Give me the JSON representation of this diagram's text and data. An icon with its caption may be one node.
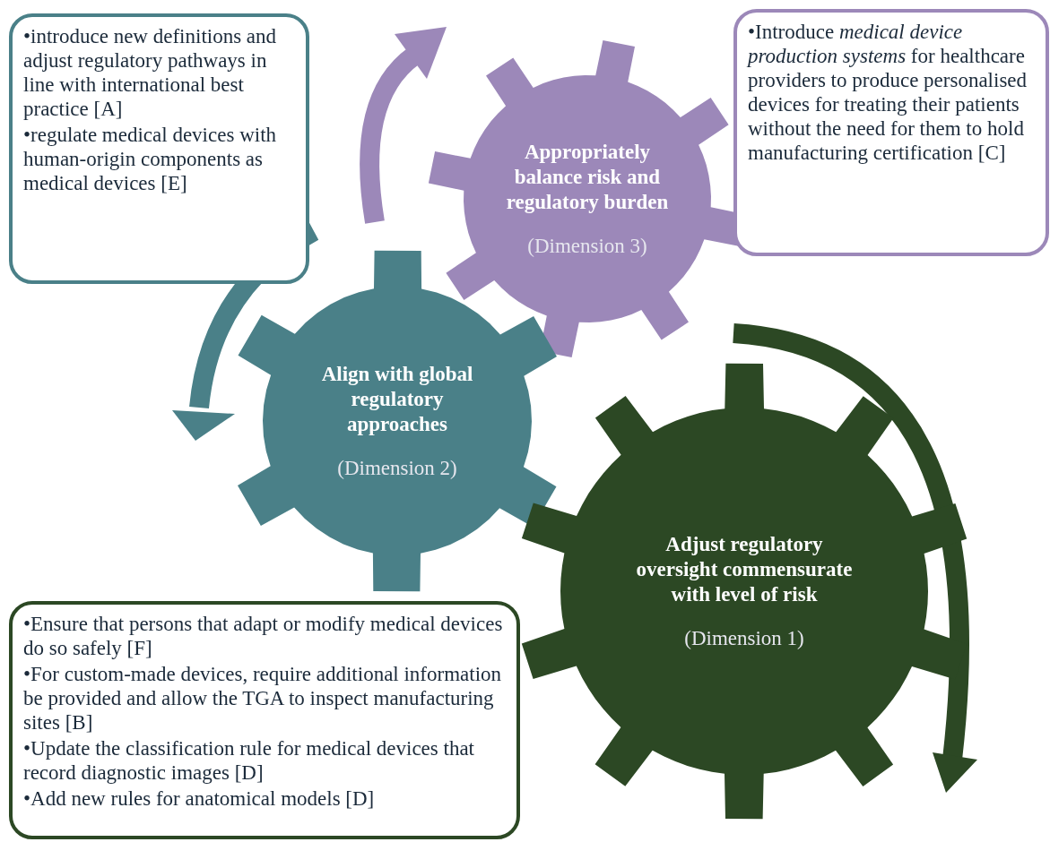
{
  "diagram": {
    "nodes": [
      {
        "text": [
          "•introduce new definitions and adjust regulatory pathways in line with international best practice [A]",
          "•regulate medical devices with human-origin components as medical devices [E]"
        ]
      },
      {
        "text": [
          "Appropriately balance risk and regulatory burden",
          "(Dimension 3)"
        ]
      },
      {
        "text": [
          "•Introduce *medical device production systems* for healthcare providers to produce personalised devices for treating their patients without the need for them to hold manufacturing certification [C]"
        ]
      },
      {
        "text": [
          "Align with global regulatory approaches",
          "(Dimension 2)"
        ]
      },
      {
        "text": [
          "Adjust regulatory oversight commensurate with level of risk",
          "(Dimension 1)"
        ]
      },
      {
        "text": [
          "•Ensure that persons that adapt or modify medical devices do so safely [F]",
          "•For custom-made devices, require additional information be provided and allow the TGA to inspect manufacturing sites [B]",
          "•Update the classification rule for medical devices that record diagnostic images [D]",
          "•Add new rules for anatomical models [D]"
        ]
      }
    ]
  }
}
